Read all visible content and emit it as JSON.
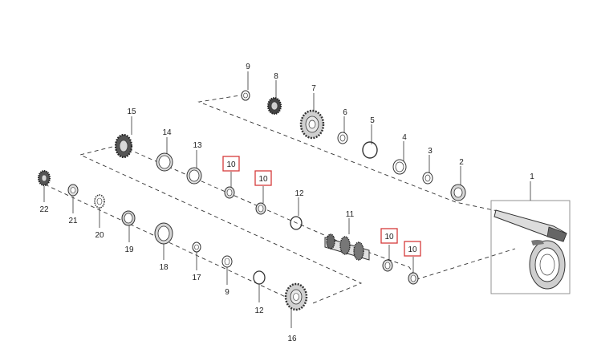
{
  "callouts": {
    "c1": "1",
    "c2": "2",
    "c3": "3",
    "c4": "4",
    "c5": "5",
    "c6": "6",
    "c7": "7",
    "c8": "8",
    "c9a": "9",
    "c9b": "9",
    "c10a": "10",
    "c10b": "10",
    "c10c": "10",
    "c10d": "10",
    "c11": "11",
    "c12a": "12",
    "c12b": "12",
    "c13": "13",
    "c14": "14",
    "c15": "15",
    "c16": "16",
    "c17": "17",
    "c18": "18",
    "c19": "19",
    "c20": "20",
    "c21": "21",
    "c22": "22"
  },
  "colors": {
    "line": "#333333",
    "highlight_border": "#d63b3b",
    "part_fill": "#e6e6e6",
    "part_dark": "#555555"
  }
}
